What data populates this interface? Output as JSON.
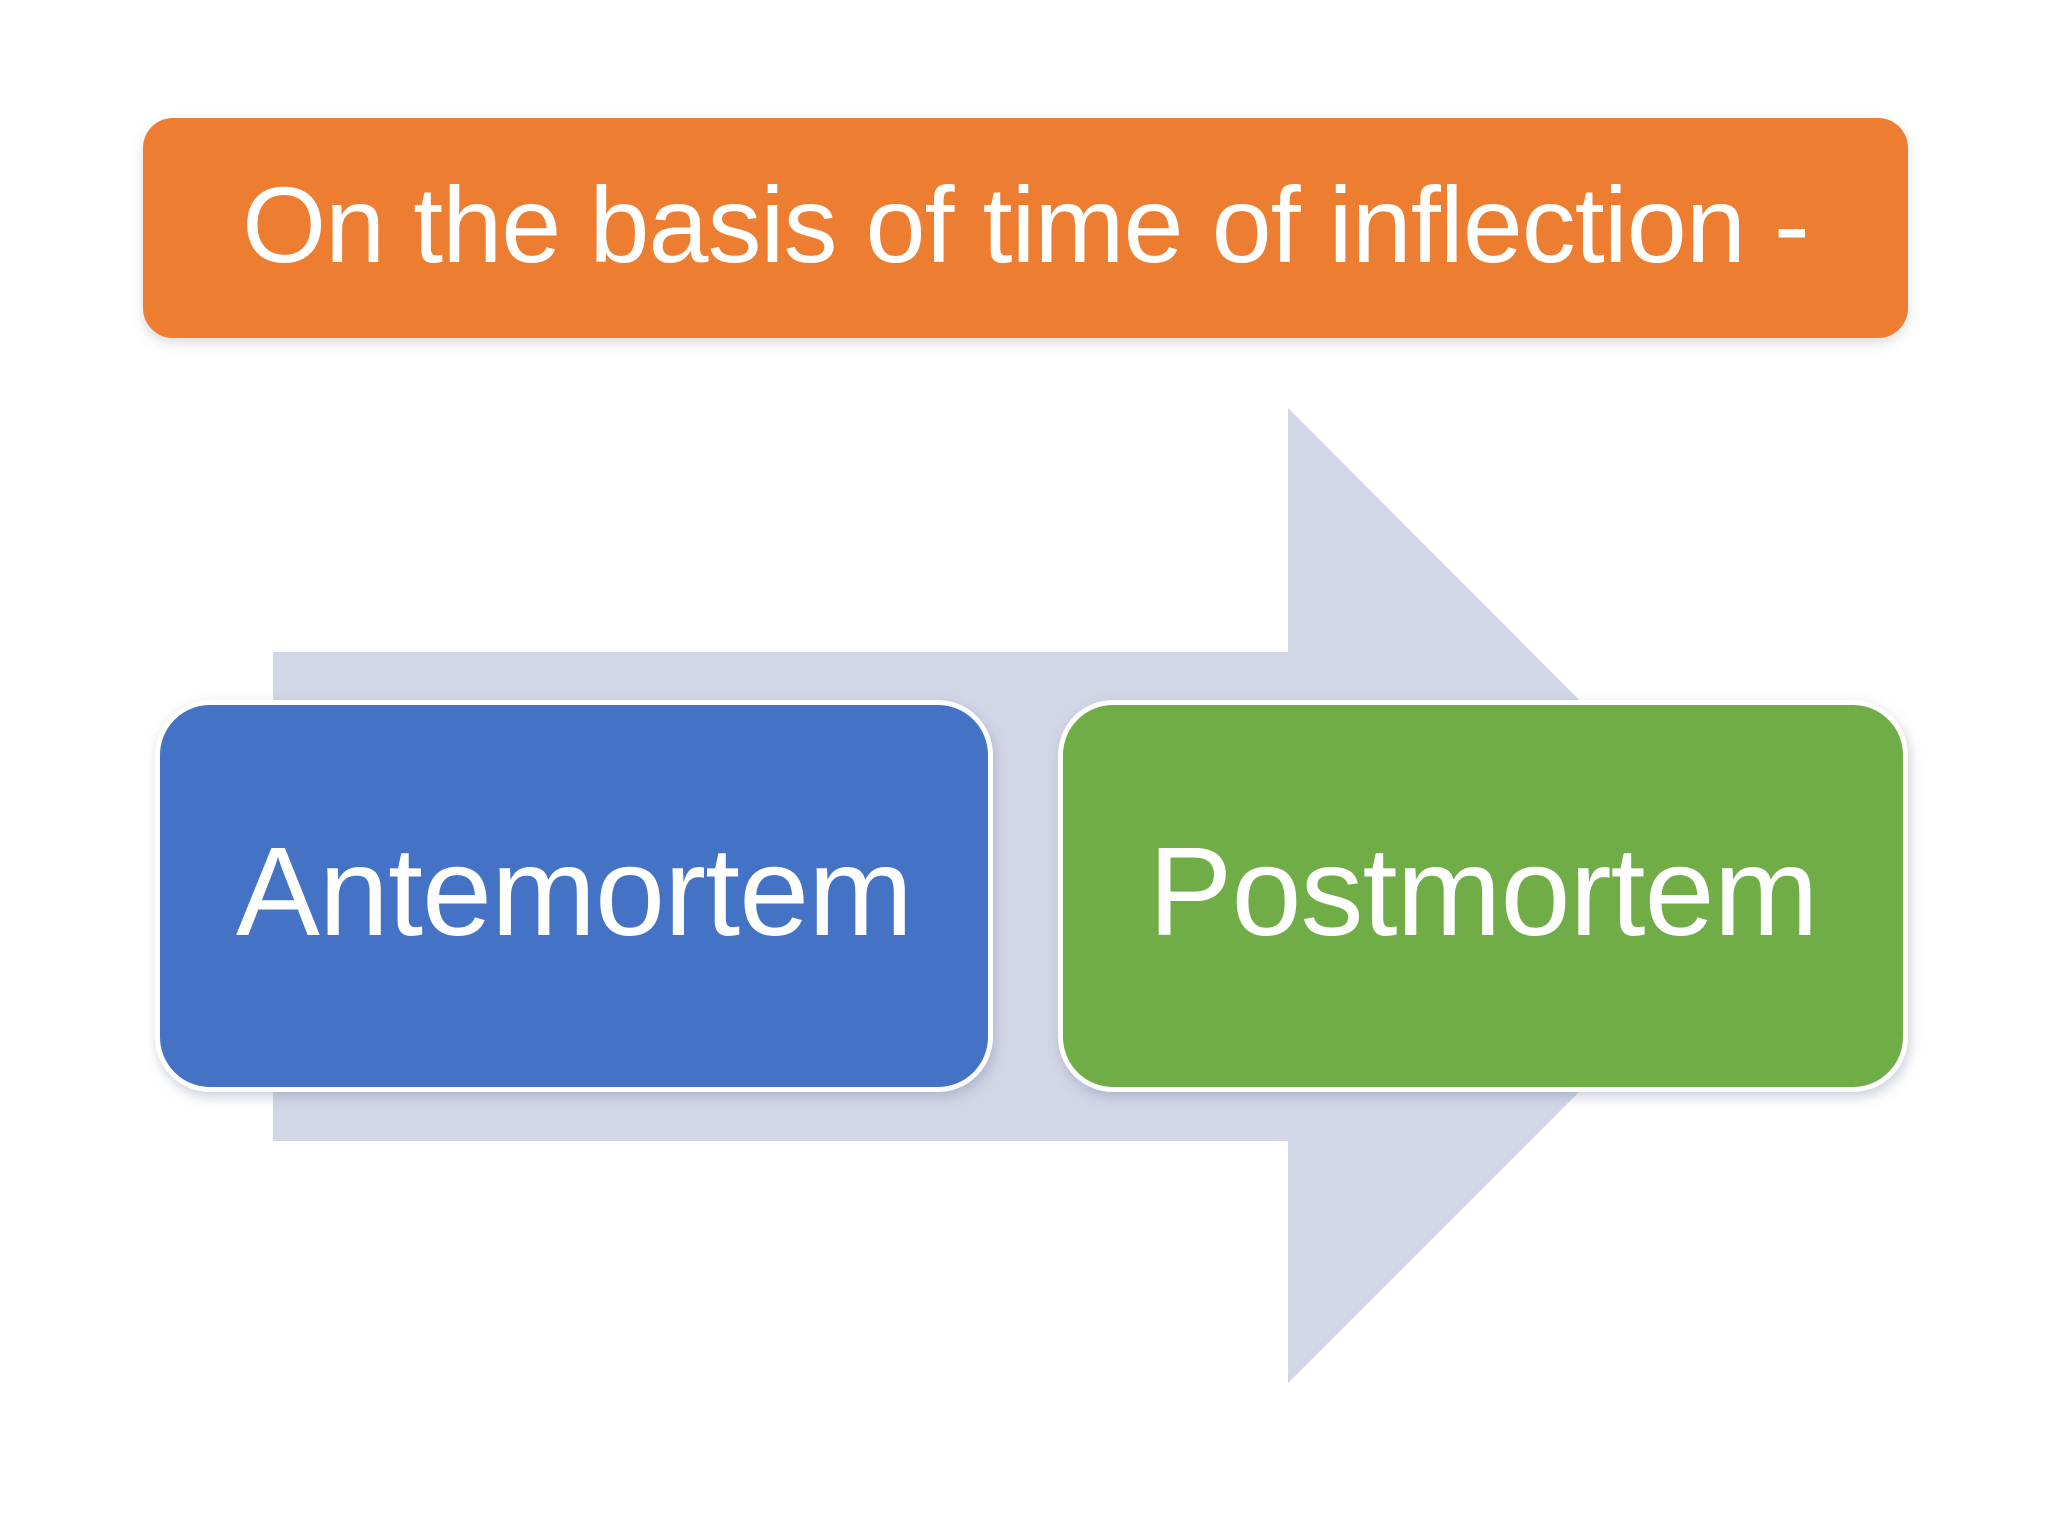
{
  "slide": {
    "background_color": "#ffffff",
    "title": {
      "text": "On the basis of time of inflection -",
      "bg_color": "#ED7D31",
      "text_color": "#ffffff"
    },
    "arrow": {
      "name": "right-arrow",
      "color": "#D2D6E7",
      "direction": "right"
    },
    "items": [
      {
        "label": "Antemortem",
        "bg_color": "#4472C4",
        "text_color": "#ffffff"
      },
      {
        "label": "Postmortem",
        "bg_color": "#70AD47",
        "text_color": "#ffffff"
      }
    ]
  }
}
